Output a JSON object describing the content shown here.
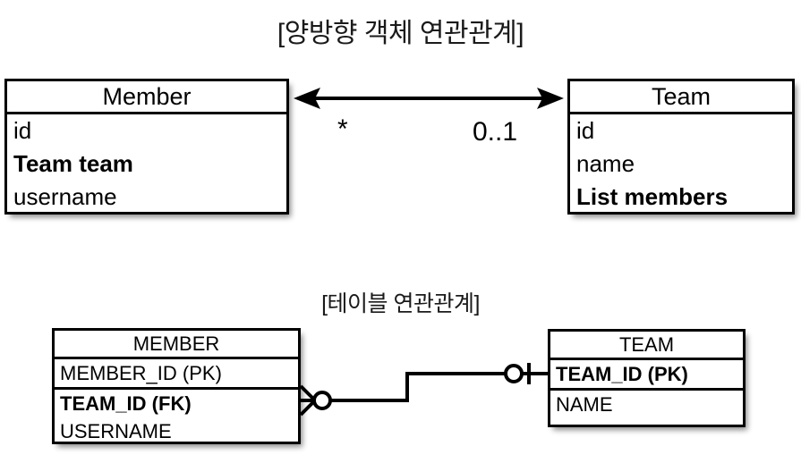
{
  "diagram": {
    "sections": [
      {
        "id": "object-association",
        "title": "[양방향 객체 연관관계]",
        "kind": "uml-class-diagram",
        "left_box": {
          "name": "Member",
          "attributes": [
            {
              "text": "id",
              "bold": false
            },
            {
              "text": "Team team",
              "bold": true
            },
            {
              "text": "username",
              "bold": false
            }
          ]
        },
        "right_box": {
          "name": "Team",
          "attributes": [
            {
              "text": "id",
              "bold": false
            },
            {
              "text": "name",
              "bold": false
            },
            {
              "text": "List members",
              "bold": true
            }
          ]
        },
        "connector": {
          "style": "bidirectional-arrow",
          "left_multiplicity": "*",
          "right_multiplicity": "0..1"
        }
      },
      {
        "id": "table-association",
        "title": "[테이블 연관관계]",
        "kind": "erd-crows-foot",
        "left_box": {
          "name": "MEMBER",
          "attributes": [
            {
              "text": "MEMBER_ID (PK)",
              "bold": false,
              "separator_below": true
            },
            {
              "text": "TEAM_ID (FK)",
              "bold": true,
              "separator_below": false
            },
            {
              "text": "USERNAME",
              "bold": false,
              "separator_below": false
            }
          ]
        },
        "right_box": {
          "name": "TEAM",
          "attributes": [
            {
              "text": "TEAM_ID (PK)",
              "bold": true,
              "separator_below": true
            },
            {
              "text": "NAME",
              "bold": false,
              "separator_below": false
            }
          ]
        },
        "connector": {
          "style": "crows-foot",
          "left_marker": "zero-or-many",
          "right_marker": "zero-or-one"
        }
      }
    ]
  },
  "colors": {
    "stroke": "#000000",
    "text": "#000000",
    "background": "#ffffff",
    "shadow": "rgba(0,0,0,0.45)"
  }
}
